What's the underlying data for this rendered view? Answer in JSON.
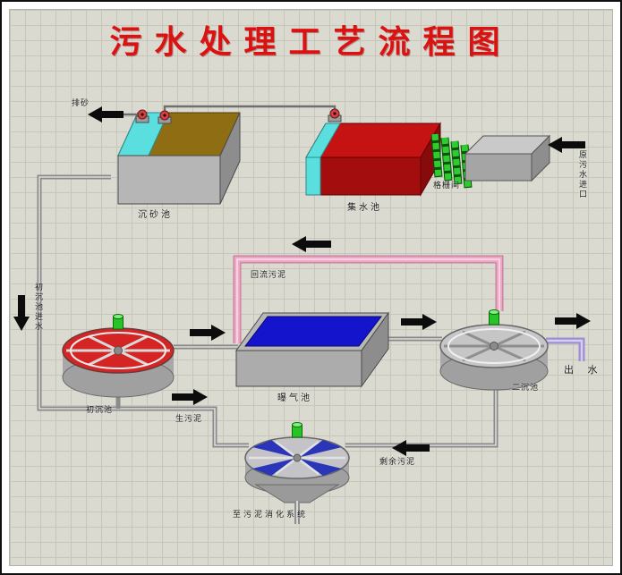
{
  "title": "污水处理工艺流程图",
  "labels": {
    "grit_tank": "沉砂池",
    "collection_tank": "集水池",
    "screen_room": "格栅间",
    "raw_inlet_vertical": "原污水进口",
    "grit_discharge": "排砂",
    "primary_feed_vertical": "初沉池进水",
    "return_sludge": "回流污泥",
    "aeration_tank": "曝气池",
    "primary_clarifier": "初沉池",
    "secondary_clarifier": "二沉池",
    "effluent": "出 水",
    "raw_sludge": "生污泥",
    "excess_sludge": "剩余污泥",
    "to_sludge_digestion": "至污泥消化系统"
  },
  "colors": {
    "title_red": "#d91212",
    "grit_tank_brown": "#8f6d12",
    "water_cyan": "#5adede",
    "collection_red_top": "#c51212",
    "collection_red_front": "#a30d0d",
    "collection_red_side": "#870b0b",
    "screen_green": "#2ecc2e",
    "aeration_blue": "#1414cc",
    "primary_top_red": "#d42424",
    "thickener_blue": "#2a35b8",
    "return_pipe_pink": "#eba6c2",
    "effluent_pipe_purple": "#9f8fd0",
    "motor_green": "#27c427",
    "pump_red": "#d04343"
  }
}
